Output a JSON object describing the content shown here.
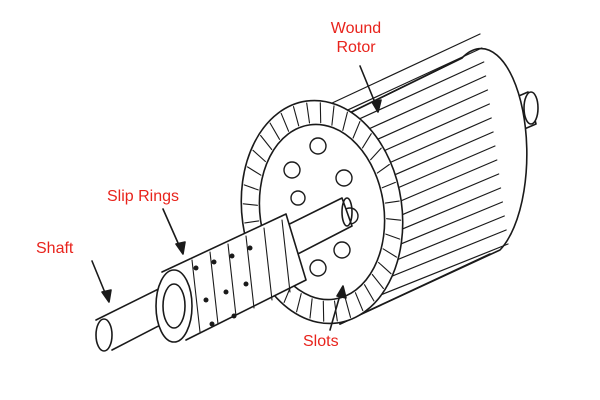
{
  "labels": {
    "wound_rotor_line1": "Wound",
    "wound_rotor_line2": "Rotor",
    "slip_rings": "Slip Rings",
    "shaft": "Shaft",
    "slots": "Slots"
  },
  "colors": {
    "label": "#e8231c",
    "ink": "#1a1a1a",
    "background": "#ffffff"
  }
}
